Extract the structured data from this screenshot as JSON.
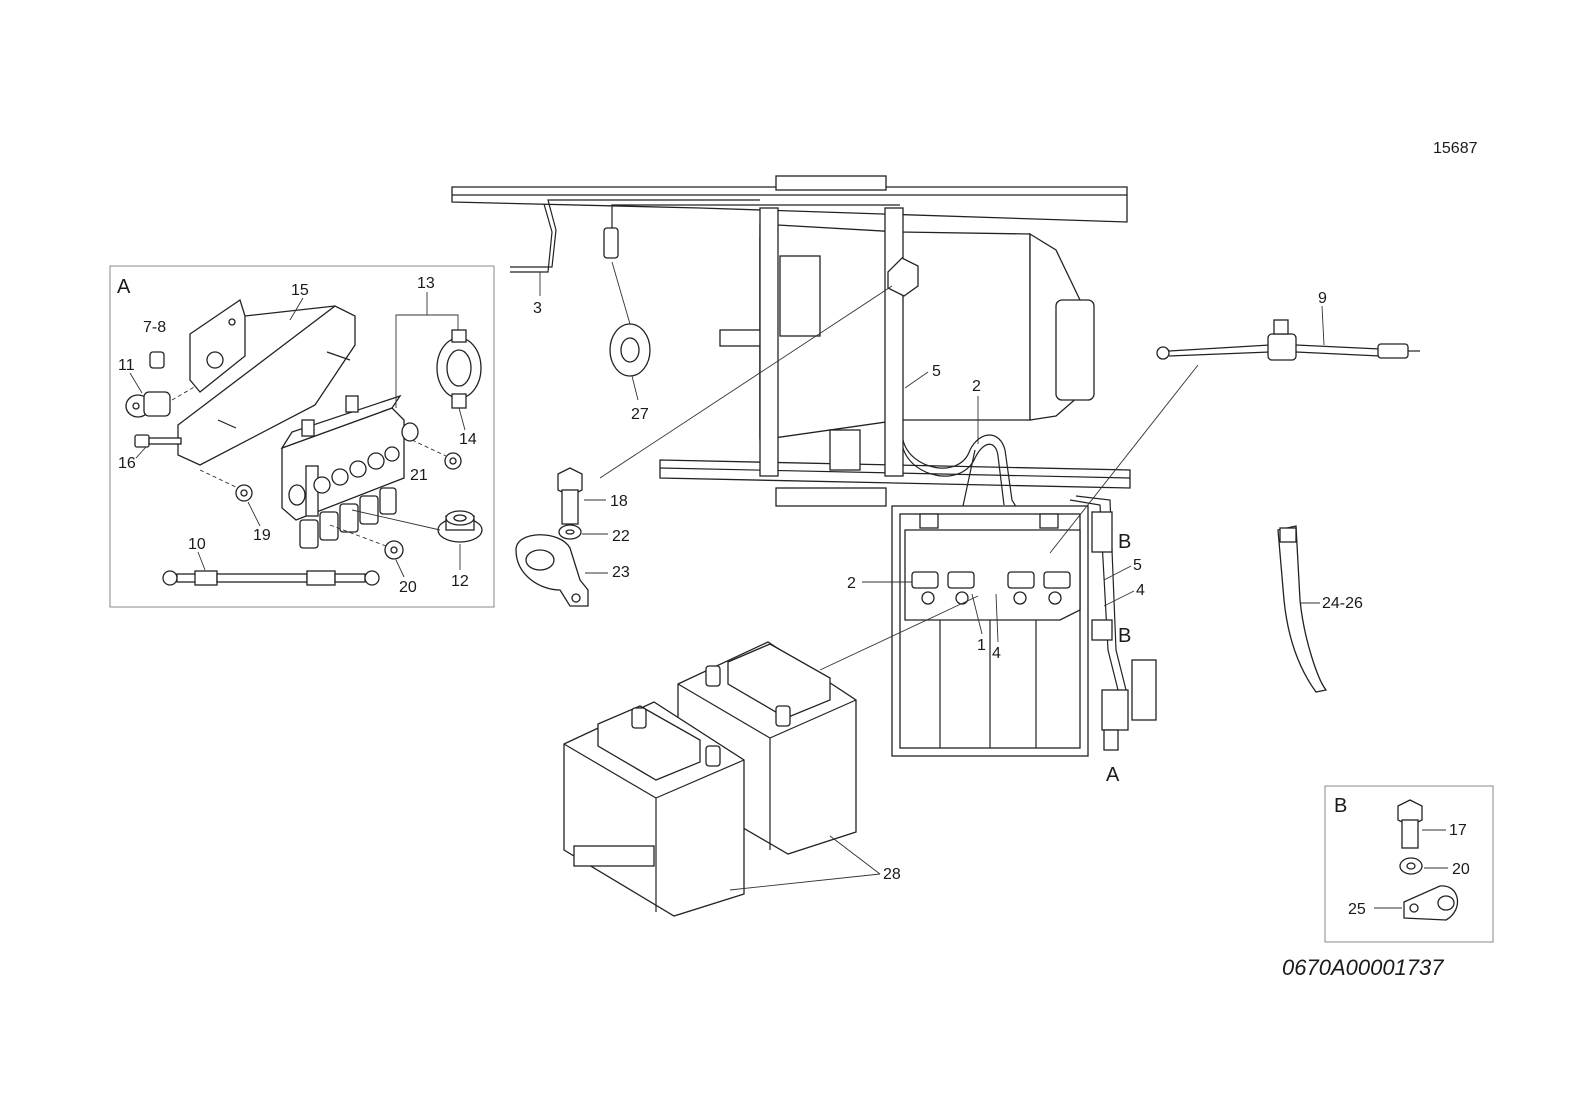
{
  "figure_id": "15687",
  "document_code": "0670A00001737",
  "detail_labels": {
    "a": "A",
    "b": "B"
  },
  "callouts": {
    "c1": "1",
    "c2a": "2",
    "c2b": "2",
    "c3": "3",
    "c4a": "4",
    "c4b": "4",
    "c5a": "5",
    "c5b": "5",
    "c7_8": "7-8",
    "c9": "9",
    "c10": "10",
    "c11": "11",
    "c12": "12",
    "c13": "13",
    "c14": "14",
    "c15": "15",
    "c16": "16",
    "c17": "17",
    "c18": "18",
    "c19": "19",
    "c20a": "20",
    "c20b": "20",
    "c21": "21",
    "c22": "22",
    "c23": "23",
    "c24_26": "24-26",
    "c25": "25",
    "c27": "27",
    "c28": "28"
  },
  "ref_marks": {
    "b_upper": "B",
    "b_lower": "B",
    "a_bottom": "A"
  }
}
